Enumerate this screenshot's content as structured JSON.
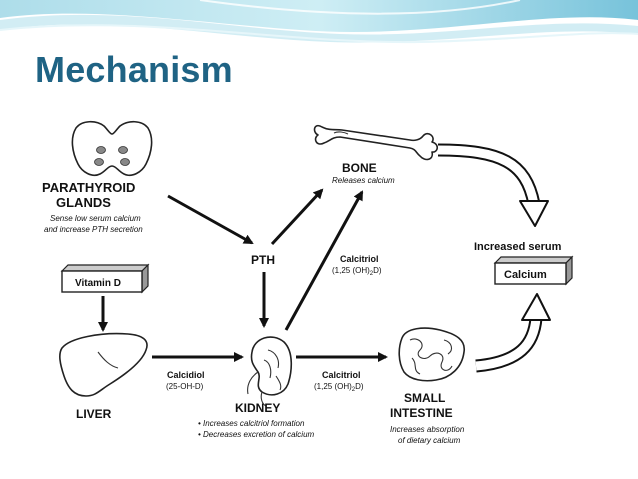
{
  "slide": {
    "title": "Mechanism"
  },
  "diagram": {
    "parathyroid": {
      "title_line1": "PARATHYROID",
      "title_line2": "GLANDS",
      "desc_line1": "Sense low serum calcium",
      "desc_line2": "and  increase PTH secretion"
    },
    "pth": {
      "label": "PTH"
    },
    "bone": {
      "label": "BONE",
      "desc": "Releases calcium"
    },
    "vitamin_d": {
      "label": "Vitamin D"
    },
    "liver": {
      "label": "LIVER"
    },
    "kidney": {
      "label": "KIDNEY",
      "desc_line1": "• Increases calcitriol formation",
      "desc_line2": "• Decreases excretion of calcium"
    },
    "calcidiol": {
      "label": "Calcidiol",
      "formula": "(25-OH-D)"
    },
    "calcitriol_bone": {
      "label": "Calcitriol",
      "formula_prefix": "(1,25 (OH)",
      "formula_sub": "2",
      "formula_suffix": "D)"
    },
    "calcitriol_intestine": {
      "label": "Calcitriol",
      "formula_prefix": "(1,25 (OH)",
      "formula_sub": "2",
      "formula_suffix": "D)"
    },
    "intestine": {
      "label_line1": "SMALL",
      "label_line2": "INTESTINE",
      "desc_line1": "Increases absorption",
      "desc_line2": "of dietary calcium"
    },
    "serum": {
      "label": "Increased serum",
      "box_label": "Calcium"
    }
  }
}
